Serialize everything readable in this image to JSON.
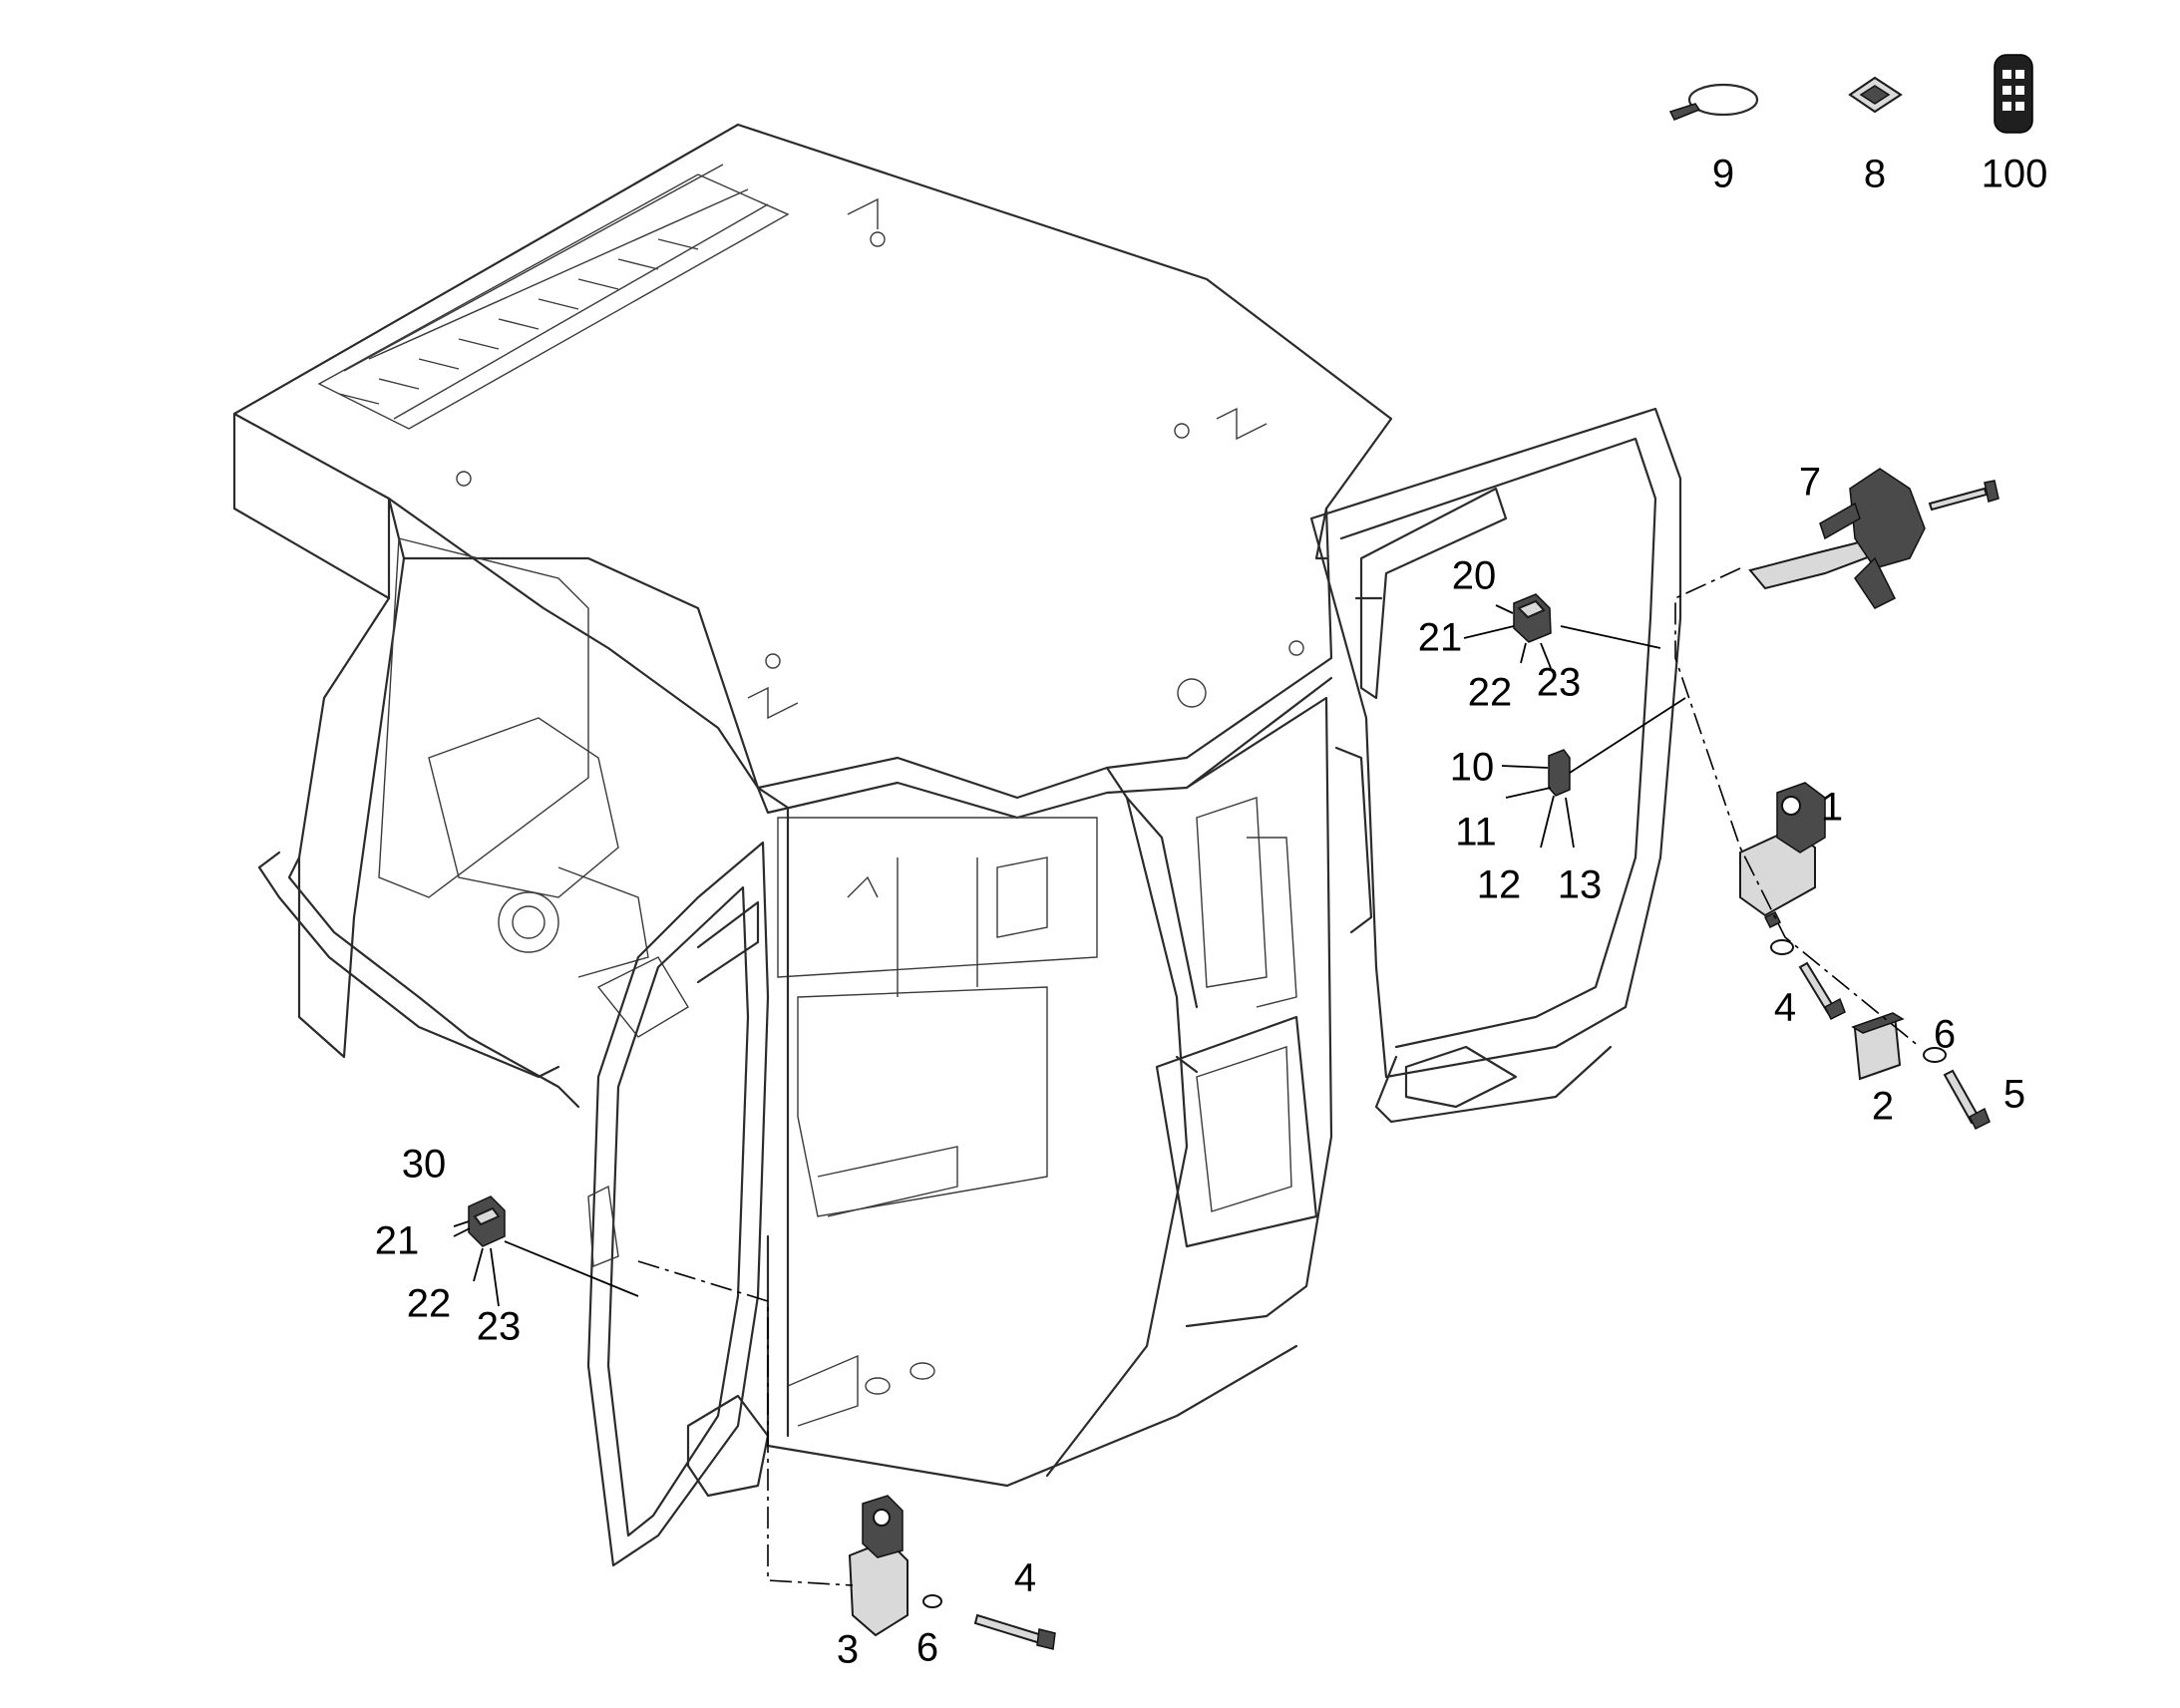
{
  "callouts": {
    "c9": "9",
    "c8": "8",
    "c100": "100",
    "c7": "7",
    "c20": "20",
    "c21a": "21",
    "c22a": "22",
    "c23a": "23",
    "c10": "10",
    "c11": "11",
    "c12": "12",
    "c13": "13",
    "c1": "1",
    "c4a": "4",
    "c6a": "6",
    "c2": "2",
    "c5": "5",
    "c30": "30",
    "c21b": "21",
    "c22b": "22",
    "c23b": "23",
    "c4b": "4",
    "c3": "3",
    "c6b": "6"
  },
  "icons": [
    "cable-tie-icon",
    "pad-icon",
    "remote-key-icon"
  ],
  "colors": {
    "line": "#2b2b2b",
    "part_fill": "#d9d9d9",
    "background": "#ffffff"
  }
}
